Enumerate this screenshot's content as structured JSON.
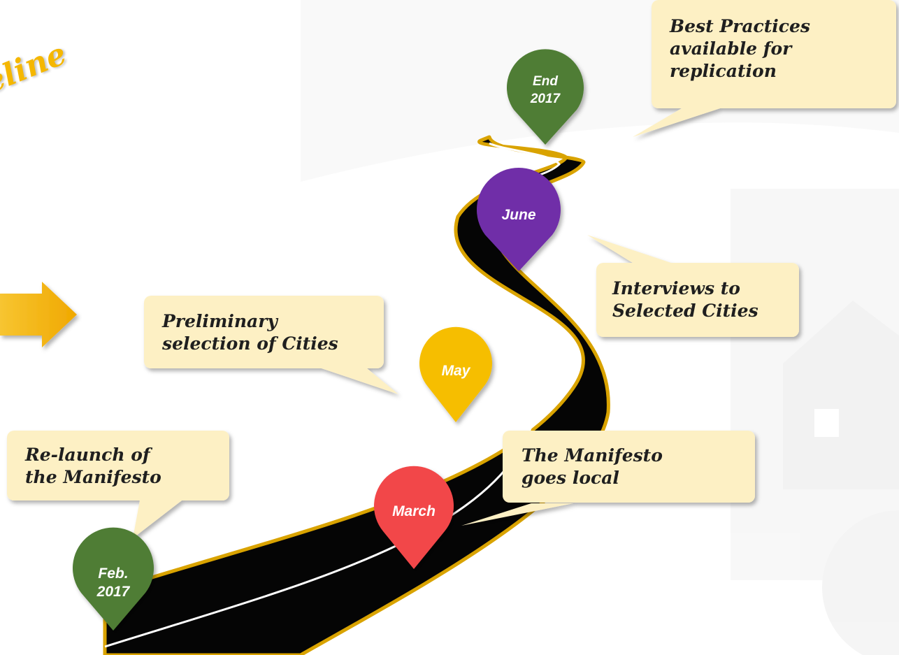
{
  "title_fragment": "eline",
  "milestones": [
    {
      "date": "Feb. 2017",
      "color": "#4f7d35",
      "text": "Re-launch of the Manifesto"
    },
    {
      "date": "March",
      "color": "#f2474a",
      "text": "The Manifesto goes local"
    },
    {
      "date": "May",
      "color": "#f6be00",
      "text": "Preliminary selection of Cities"
    },
    {
      "date": "June",
      "color": "#6f2da8",
      "text": "Interviews to Selected Cities"
    },
    {
      "date": "End 2017",
      "color": "#4f7d35",
      "text": "Best Practices available for replication"
    }
  ],
  "labels": {
    "feb_l1": "Feb.",
    "feb_l2": "2017",
    "march": "March",
    "may": "May",
    "june": "June",
    "end_l1": "End",
    "end_l2": "2017",
    "c1_l1": "Re-launch of",
    "c1_l2": "the Manifesto",
    "c2_l1": "The Manifesto",
    "c2_l2": "goes local",
    "c3_l1": "Preliminary",
    "c3_l2": "selection of Cities",
    "c4_l1": "Interviews to",
    "c4_l2": "Selected Cities",
    "c5_l1": "Best Practices",
    "c5_l2": "available for",
    "c5_l3": "replication"
  },
  "colors": {
    "callout_fill": "#fdf0c4",
    "road": "#050505",
    "road_edge": "#d9a300",
    "arrow": "#f5b700"
  },
  "icons": [
    "right-arrow-icon",
    "map-pin-icon",
    "house-watermark-icon"
  ]
}
